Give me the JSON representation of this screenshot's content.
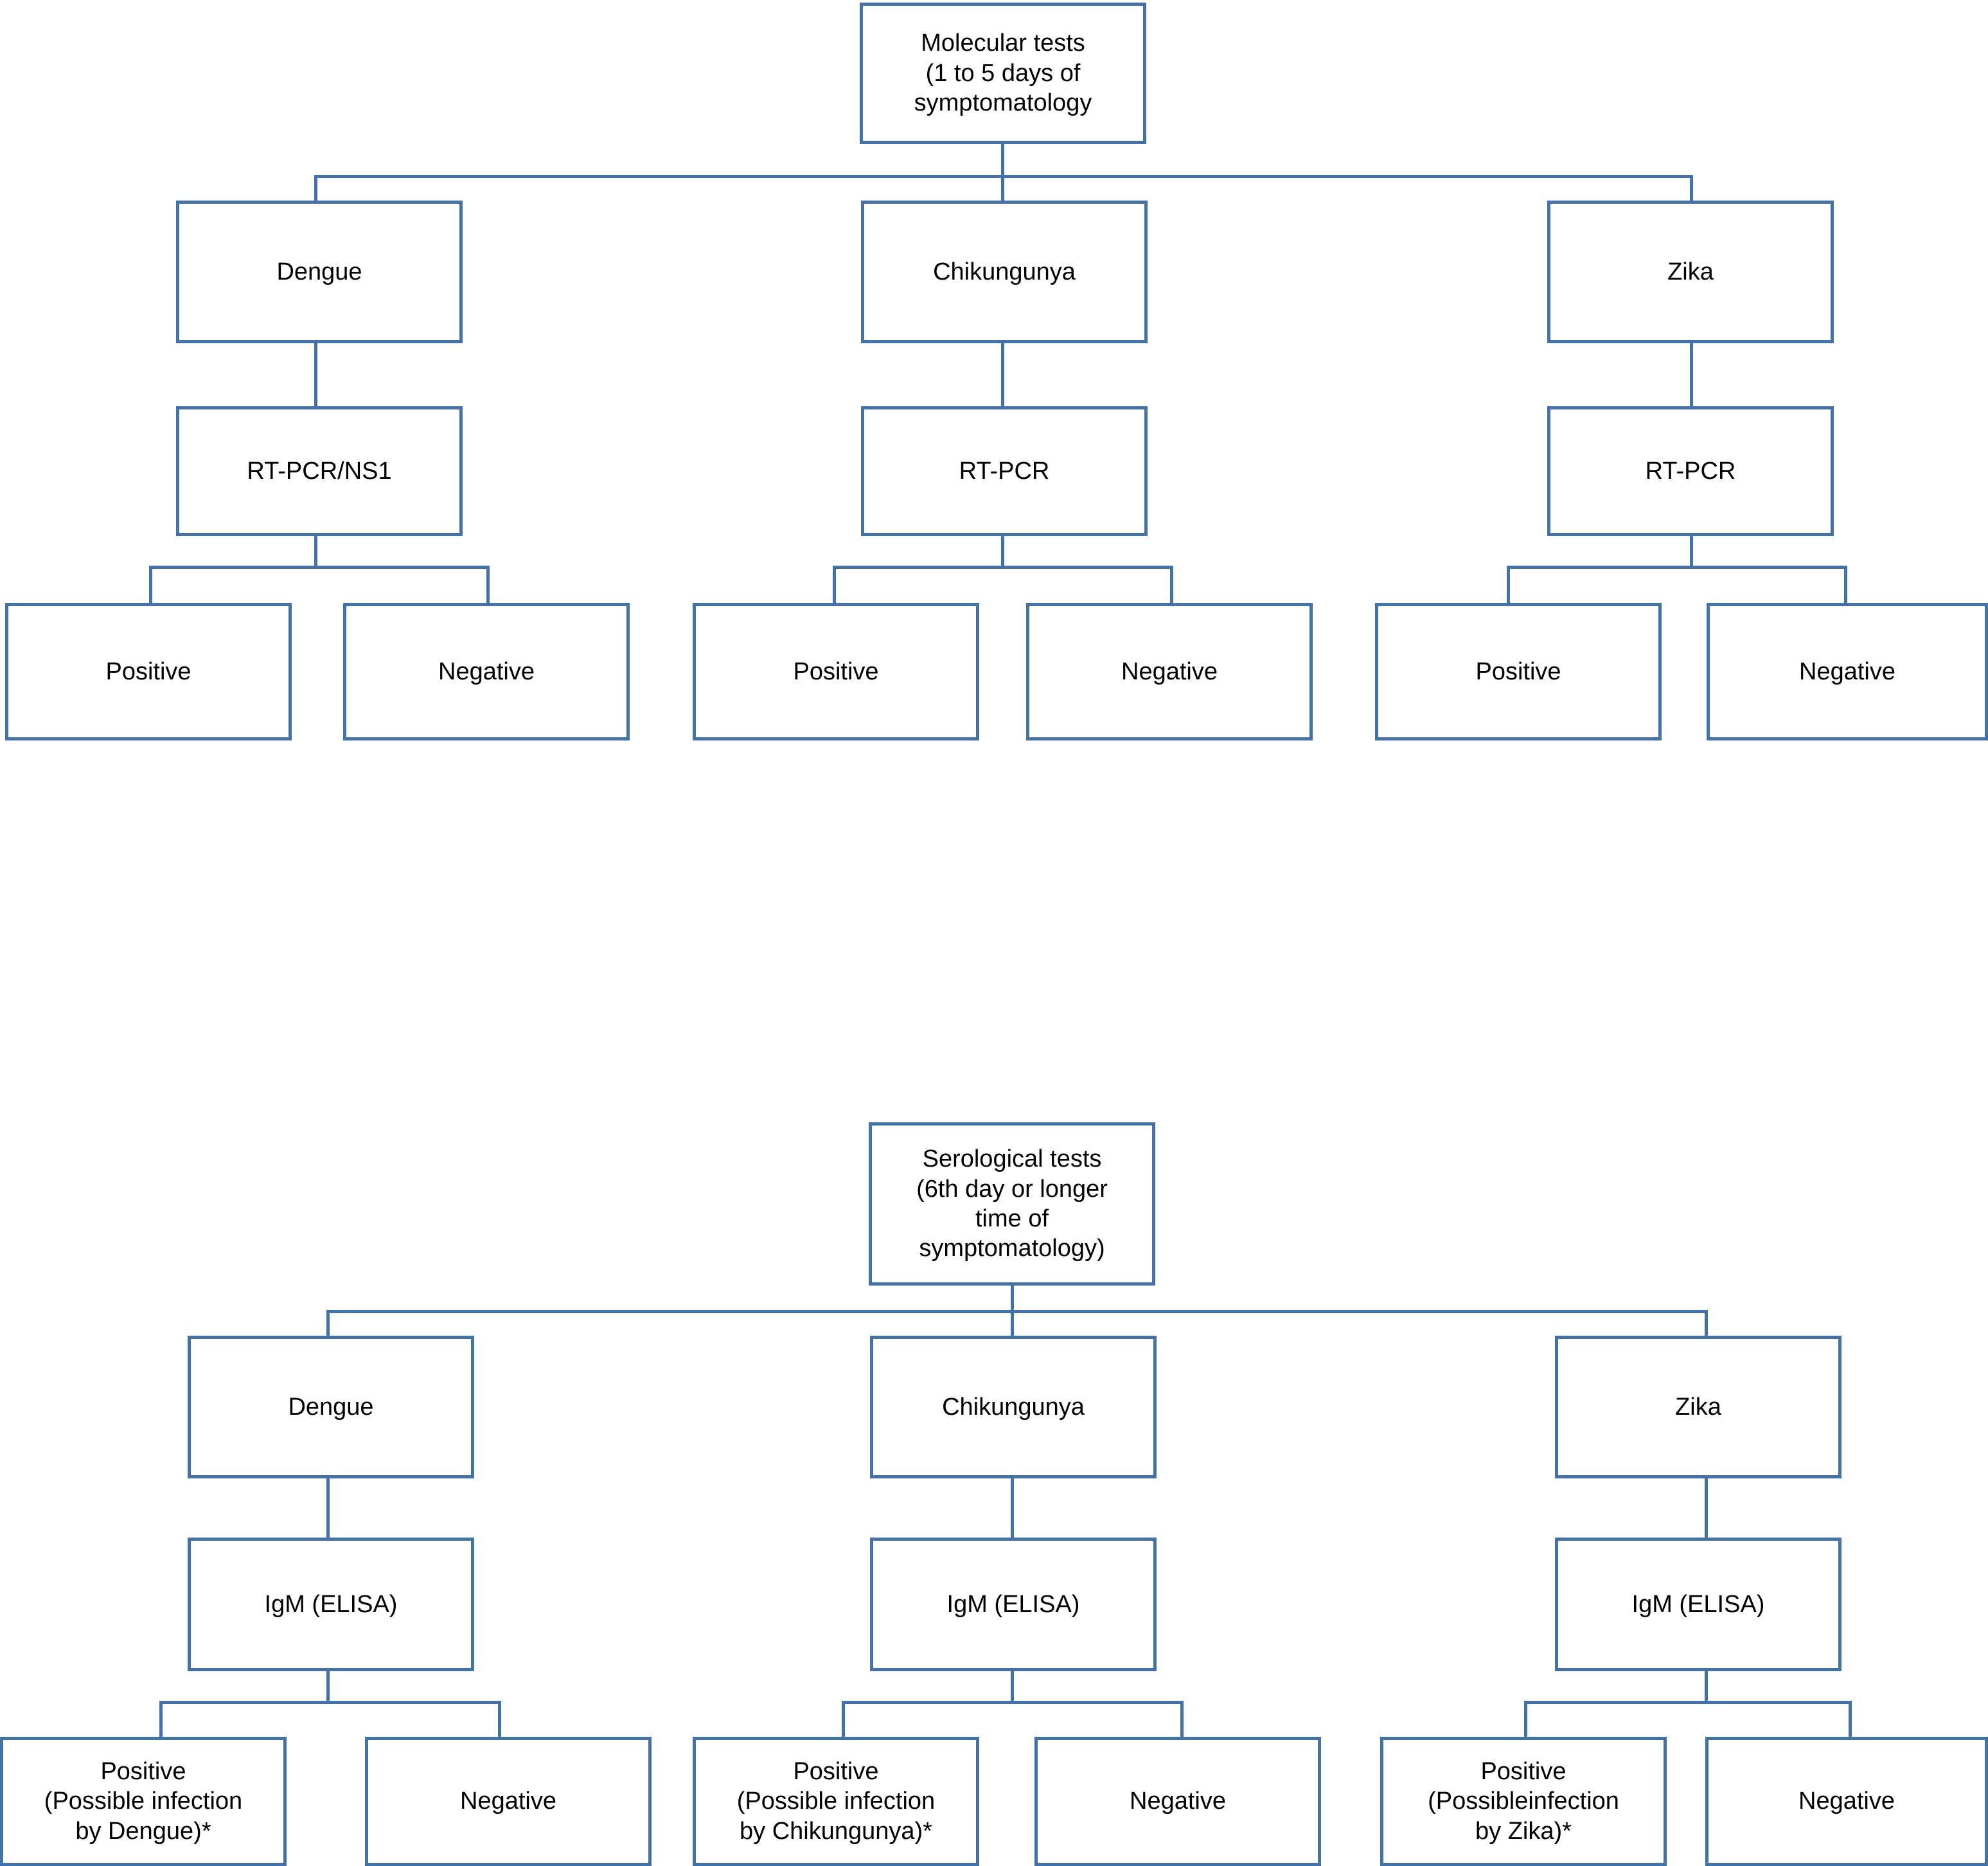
{
  "diagram": {
    "title": "Arboviruses diagnostic testing flowchart",
    "accent_color": "#4472a8",
    "text_color": "#000000",
    "background_color": "#ffffff",
    "footnote_marker": "*"
  },
  "sections": [
    {
      "id": "molecular",
      "root": "Molecular tests\n(1 to 5 days of\nsymptomatology",
      "branches": [
        {
          "disease": "Dengue",
          "test": "RT-PCR/NS1",
          "outcomes": [
            "Positive",
            "Negative"
          ]
        },
        {
          "disease": "Chikungunya",
          "test": "RT-PCR",
          "outcomes": [
            "Positive",
            "Negative"
          ]
        },
        {
          "disease": "Zika",
          "test": "RT-PCR",
          "outcomes": [
            "Positive",
            "Negative"
          ]
        }
      ]
    },
    {
      "id": "serological",
      "root": "Serological  tests\n(6th day or longer\ntime of\nsymptomatology)",
      "branches": [
        {
          "disease": "Dengue",
          "test": "IgM (ELISA)",
          "outcomes": [
            "Positive\n(Possible infection\nby Dengue)*",
            "Negative"
          ]
        },
        {
          "disease": "Chikungunya",
          "test": "IgM (ELISA)",
          "outcomes": [
            "Positive\n(Possible infection\nby Chikungunya)*",
            "Negative"
          ]
        },
        {
          "disease": "Zika",
          "test": "IgM (ELISA)",
          "outcomes": [
            "Positive\n(Possibleinfection\nby Zika)*",
            "Negative"
          ]
        }
      ]
    }
  ]
}
